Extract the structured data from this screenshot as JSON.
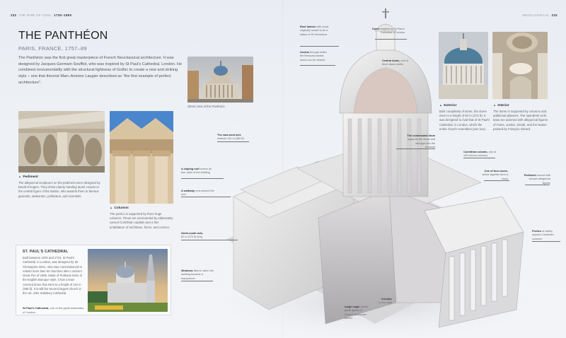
{
  "folio_left": {
    "page_number": "232",
    "section": "THE RISE OF COAL",
    "period": "1730–1900"
  },
  "folio_right": {
    "section": "NEOCLASSICAL",
    "page_number": "233"
  },
  "header": {
    "title": "THE PANTHÉON",
    "subtitle": "PARIS, FRANCE, 1757–89"
  },
  "intro": "The Panthéon was the first great masterpiece of French Neoclassical architecture. It was designed by Jacques-Germain Soufflot, who was inspired by St Paul's Cathedral, London. He combined monumentality with the structural lightness of Gothic to create a new and striking style – one that theorist Marc-Antoine Laugier described as \"the first example of perfect architecture\".",
  "photos": {
    "street_view": {
      "caption": "Street view of the Panthéon"
    },
    "pediment": {
      "marker": "▲",
      "head": "Pediment",
      "text": "The allegorical sculptures on the pediment were designed by David d'Angers. They show Liberty handing laurel crowns to the central figure of the Nation, who awards them to famous generals, statesmen, politicians, and scientists."
    },
    "columns": {
      "marker": "▲",
      "head": "Columns",
      "text": "The portico is supported by three huge columns. These are surmounted by elaborately carved Corinthian capitals and a fine entablature of architrave, frieze, and cornice."
    },
    "exterior": {
      "marker": "▲",
      "head": "Exterior",
      "text": "Built completely of stone, the dome rises to a height of 83 m (272 ft). It was designed to rival that of St Paul's Cathedral, in London, which the entire church resembles (see box)."
    },
    "interior": {
      "marker": "▲",
      "head": "Interior",
      "text": "The dome is supported by columns and additional pilasters. The spandrels at its base are adorned with allegorical figures of Fame, Justice, Death, and the Nation painted by François Gérard."
    }
  },
  "box": {
    "title": "ST. PAUL'S CATHEDRAL",
    "text": "Built between 1675 and 1710, St Paul's Cathedral, in London, was designed by Sir Christopher Wren, who was commissioned to rebuild more than 50 churches after London's Great Fire of 1666. Made of Portland stone in the English Baroque style, it has a lead-covered dome that rises to a height of 110 m (365 ft). It is still the second largest church in the UK, after Salisbury Cathedral.",
    "caption_bold": "St Paul's Cathedral,",
    "caption_rest": " one of the great landmarks of London"
  },
  "callouts": {
    "roof_lantern": {
      "bold": "Roof lantern",
      "rest": " with cross, originally meant to be a statue of St Genevieve"
    },
    "oculus": {
      "bold": "Oculus",
      "rest": " through which the frescoed central dome can be viewed"
    },
    "dome": {
      "bold": "Dome",
      "rest": " inspired by St Paul's Cathedral in London"
    },
    "central_dome": {
      "bold": "Central dome,",
      "rest": " one of three dome shells"
    },
    "east_west_axis": {
      "bold": "The east-west axis",
      "rest": " extends 110 m (360 ft)"
    },
    "sloping_roof": {
      "bold": "A sloping roof",
      "rest": " covers all four arms of the building"
    },
    "walkway": {
      "bold": "A walkway",
      "rest": " runs around the roof"
    },
    "colonnaded_drum": {
      "bold": "The colonnaded drum",
      "rest": " supports the dome and lets light into the transept"
    },
    "corinthian_column": {
      "bold": "Corinthian column,",
      "rest": " one of 100 interior columns"
    },
    "four_naves": {
      "bold": "One of four naves,",
      "rest": " which together form a cross"
    },
    "pediment_callout": {
      "bold": "Pediment",
      "rest": " carved with secular allegorical figures"
    },
    "north_south_axis": {
      "bold": "North-south axis,",
      "rest": " 82 m (270 ft) long"
    },
    "windows": {
      "bold": "Windows",
      "rest": " filled in when the building became a mausoleum"
    },
    "portico": {
      "bold": "Portico",
      "rest": " of widely spaced Corinthian columns"
    },
    "large_crypt": {
      "bold": "Large crypt,",
      "rest": " where great figures of French history are buried"
    },
    "corridor": {
      "bold": "Corridor",
      "rest": " in the crypt"
    }
  }
}
